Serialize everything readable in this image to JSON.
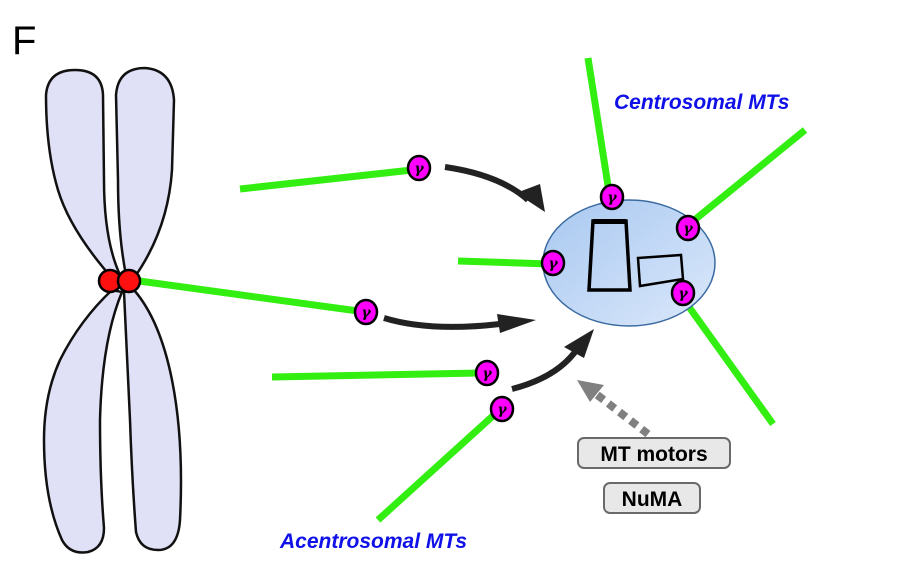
{
  "figure": {
    "panel_letter": "F",
    "labels": {
      "centrosomal": "Centrosomal MTs",
      "acentrosomal": "Acentrosomal MTs"
    },
    "boxes": {
      "motors": "MT motors",
      "numa": "NuMA"
    },
    "gamma_symbol": "γ",
    "colors": {
      "microtubule": "#33ee11",
      "gamma_tubulin": "#ff00ff",
      "kinetochore": "#ff1010",
      "chromosome": "#e0e0f6",
      "centrosome": "#b8d4f4",
      "label_text": "#1010e8",
      "arrow": "#222222",
      "dashed_arrow": "#808080"
    },
    "icons": [
      "chromosome-icon",
      "kinetochore-icon",
      "centrosome-icon",
      "centriole-icon",
      "gamma-tubulin-icon",
      "curved-arrow-icon",
      "dashed-arrow-icon"
    ]
  }
}
